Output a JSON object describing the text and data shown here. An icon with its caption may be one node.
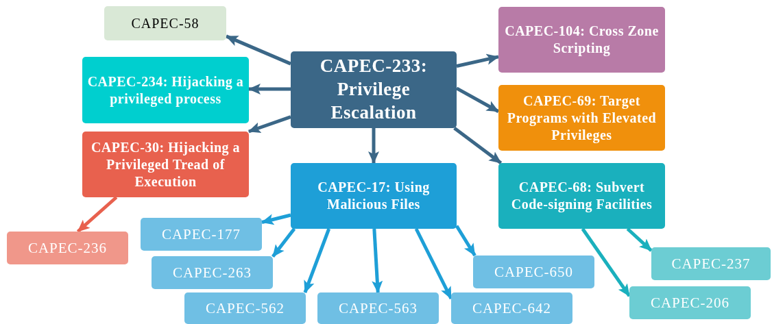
{
  "diagram": {
    "nodes": [
      {
        "text": [
          "CAPEC-233: Privilege Escalation"
        ]
      },
      {
        "text": [
          "CAPEC-58"
        ]
      },
      {
        "text": [
          "CAPEC-234: Hijacking a privileged process"
        ]
      },
      {
        "text": [
          "CAPEC-30: Hijacking a Privileged Tread of Execution"
        ]
      },
      {
        "text": [
          "CAPEC-104: Cross Zone Scripting"
        ]
      },
      {
        "text": [
          "CAPEC-69: Target Programs with Elevated Privileges"
        ]
      },
      {
        "text": [
          "CAPEC-68: Subvert Code-signing Facilities"
        ]
      },
      {
        "text": [
          "CAPEC-17: Using Malicious Files"
        ]
      },
      {
        "text": [
          "CAPEC-236"
        ]
      },
      {
        "text": [
          "CAPEC-177"
        ]
      },
      {
        "text": [
          "CAPEC-263"
        ]
      },
      {
        "text": [
          "CAPEC-562"
        ]
      },
      {
        "text": [
          "CAPEC-563"
        ]
      },
      {
        "text": [
          "CAPEC-642"
        ]
      },
      {
        "text": [
          "CAPEC-650"
        ]
      },
      {
        "text": [
          "CAPEC-237"
        ]
      },
      {
        "text": [
          "CAPEC-206"
        ]
      }
    ],
    "edges": [
      {
        "from": 0,
        "to": 1,
        "arrow": "to"
      },
      {
        "from": 0,
        "to": 2,
        "arrow": "to"
      },
      {
        "from": 0,
        "to": 3,
        "arrow": "to"
      },
      {
        "from": 0,
        "to": 4,
        "arrow": "to"
      },
      {
        "from": 0,
        "to": 5,
        "arrow": "to"
      },
      {
        "from": 0,
        "to": 6,
        "arrow": "to"
      },
      {
        "from": 0,
        "to": 7,
        "arrow": "to"
      },
      {
        "from": 3,
        "to": 8,
        "arrow": "to",
        "color": "#e8614e"
      },
      {
        "from": 7,
        "to": 9,
        "arrow": "to",
        "color": "#1e9fd7"
      },
      {
        "from": 7,
        "to": 10,
        "arrow": "to",
        "color": "#1e9fd7"
      },
      {
        "from": 7,
        "to": 11,
        "arrow": "to",
        "color": "#1e9fd7"
      },
      {
        "from": 7,
        "to": 12,
        "arrow": "to",
        "color": "#1e9fd7"
      },
      {
        "from": 7,
        "to": 13,
        "arrow": "to",
        "color": "#1e9fd7"
      },
      {
        "from": 7,
        "to": 14,
        "arrow": "to",
        "color": "#1e9fd7"
      },
      {
        "from": 6,
        "to": 15,
        "arrow": "to",
        "color": "#1ab0bd"
      },
      {
        "from": 6,
        "to": 16,
        "arrow": "to",
        "color": "#1ab0bd"
      }
    ]
  }
}
